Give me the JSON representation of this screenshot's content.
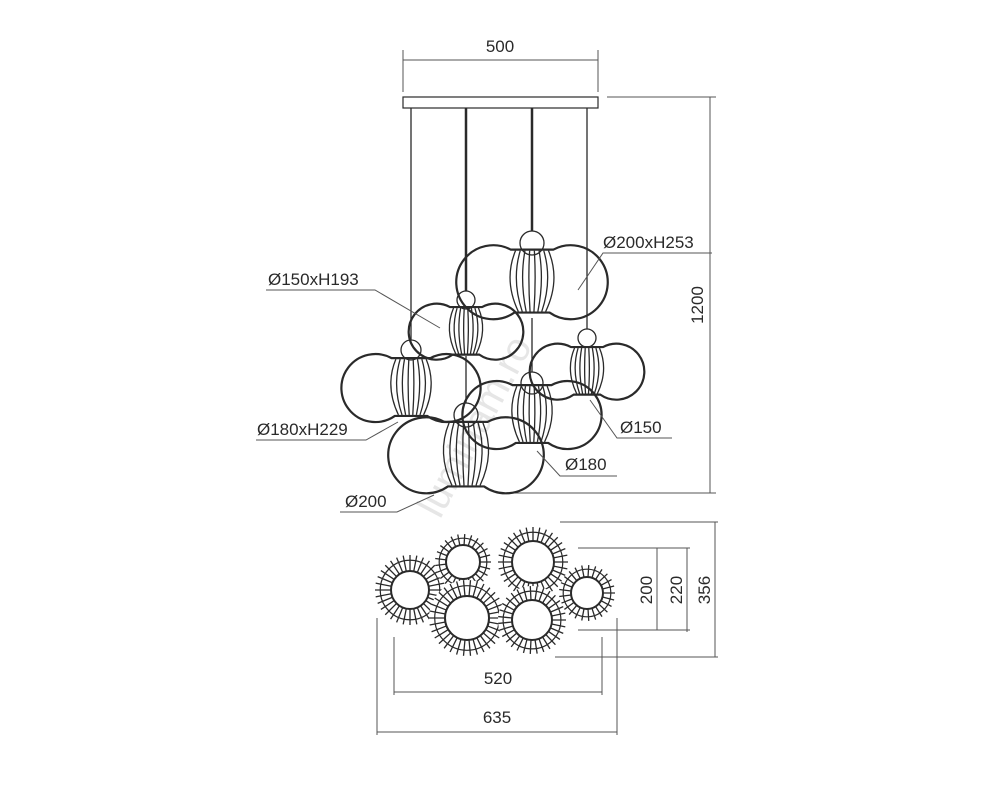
{
  "drawing": {
    "top_width_dim": "500",
    "height_dim": "1200",
    "labels": {
      "p3": "Ø200xH253",
      "p2": "Ø150xH193",
      "p1": "Ø180xH229",
      "p4": "Ø150",
      "p6": "Ø180",
      "p5": "Ø200"
    },
    "plan_dims": {
      "d200": "200",
      "d220": "220",
      "d356": "356",
      "d520": "520",
      "d635": "635"
    },
    "watermark": "luminam.ro"
  }
}
